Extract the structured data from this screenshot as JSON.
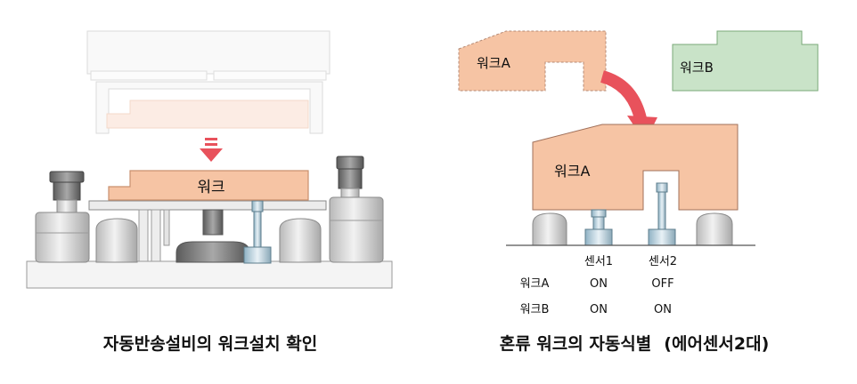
{
  "left_panel": {
    "workpiece_label": "워크",
    "caption": "자동반송설비의 워크설치 확인"
  },
  "right_panel": {
    "workpiece_a_label": "워크A",
    "workpiece_b_label": "워크B",
    "installed_label": "워크A",
    "caption": "혼류 워크의 자동식별",
    "caption_suffix": "(에어센서2대)",
    "table": {
      "headers": [
        "센서1",
        "센서2"
      ],
      "rows": [
        {
          "label": "워크A",
          "values": [
            "ON",
            "OFF"
          ]
        },
        {
          "label": "워크B",
          "values": [
            "ON",
            "ON"
          ]
        }
      ]
    }
  },
  "colors": {
    "workpiece_fill": "#f6c4a4",
    "workpiece_b_fill": "#c9e3c8",
    "arrow": "#e8525c",
    "machine_stroke": "#8a8a8a"
  }
}
